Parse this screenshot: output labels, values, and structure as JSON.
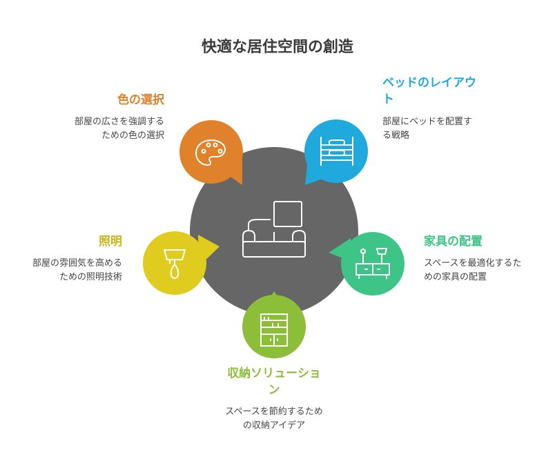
{
  "title": "快適な居住空間の創造",
  "colors": {
    "center": "#666666",
    "color_selection": "#E0812B",
    "bed_layout": "#1FA9DD",
    "furniture": "#3DC486",
    "storage": "#8CBE3A",
    "lighting": "#DFCC1E"
  },
  "items": {
    "color_selection": {
      "heading": "色の選択",
      "desc": "部屋の広さを強調する\nための色の選択",
      "icon": "palette-icon"
    },
    "bed_layout": {
      "heading": "ベッドのレイアウ\nト",
      "desc": "部屋にベッドを配置す\nる戦略",
      "icon": "bunk-bed-icon"
    },
    "furniture": {
      "heading": "家具の配置",
      "desc": "スペースを最適化するた\nめの家具の配置",
      "icon": "furniture-icon"
    },
    "storage": {
      "heading": "収納ソリューショ\nン",
      "desc": "スペースを節約するため\nの収納アイデア",
      "icon": "cabinet-icon"
    },
    "lighting": {
      "heading": "照明",
      "desc": "部屋の雰囲気を高める\nための照明技術",
      "icon": "lamp-icon"
    }
  },
  "center_icon": "sofa-icon"
}
